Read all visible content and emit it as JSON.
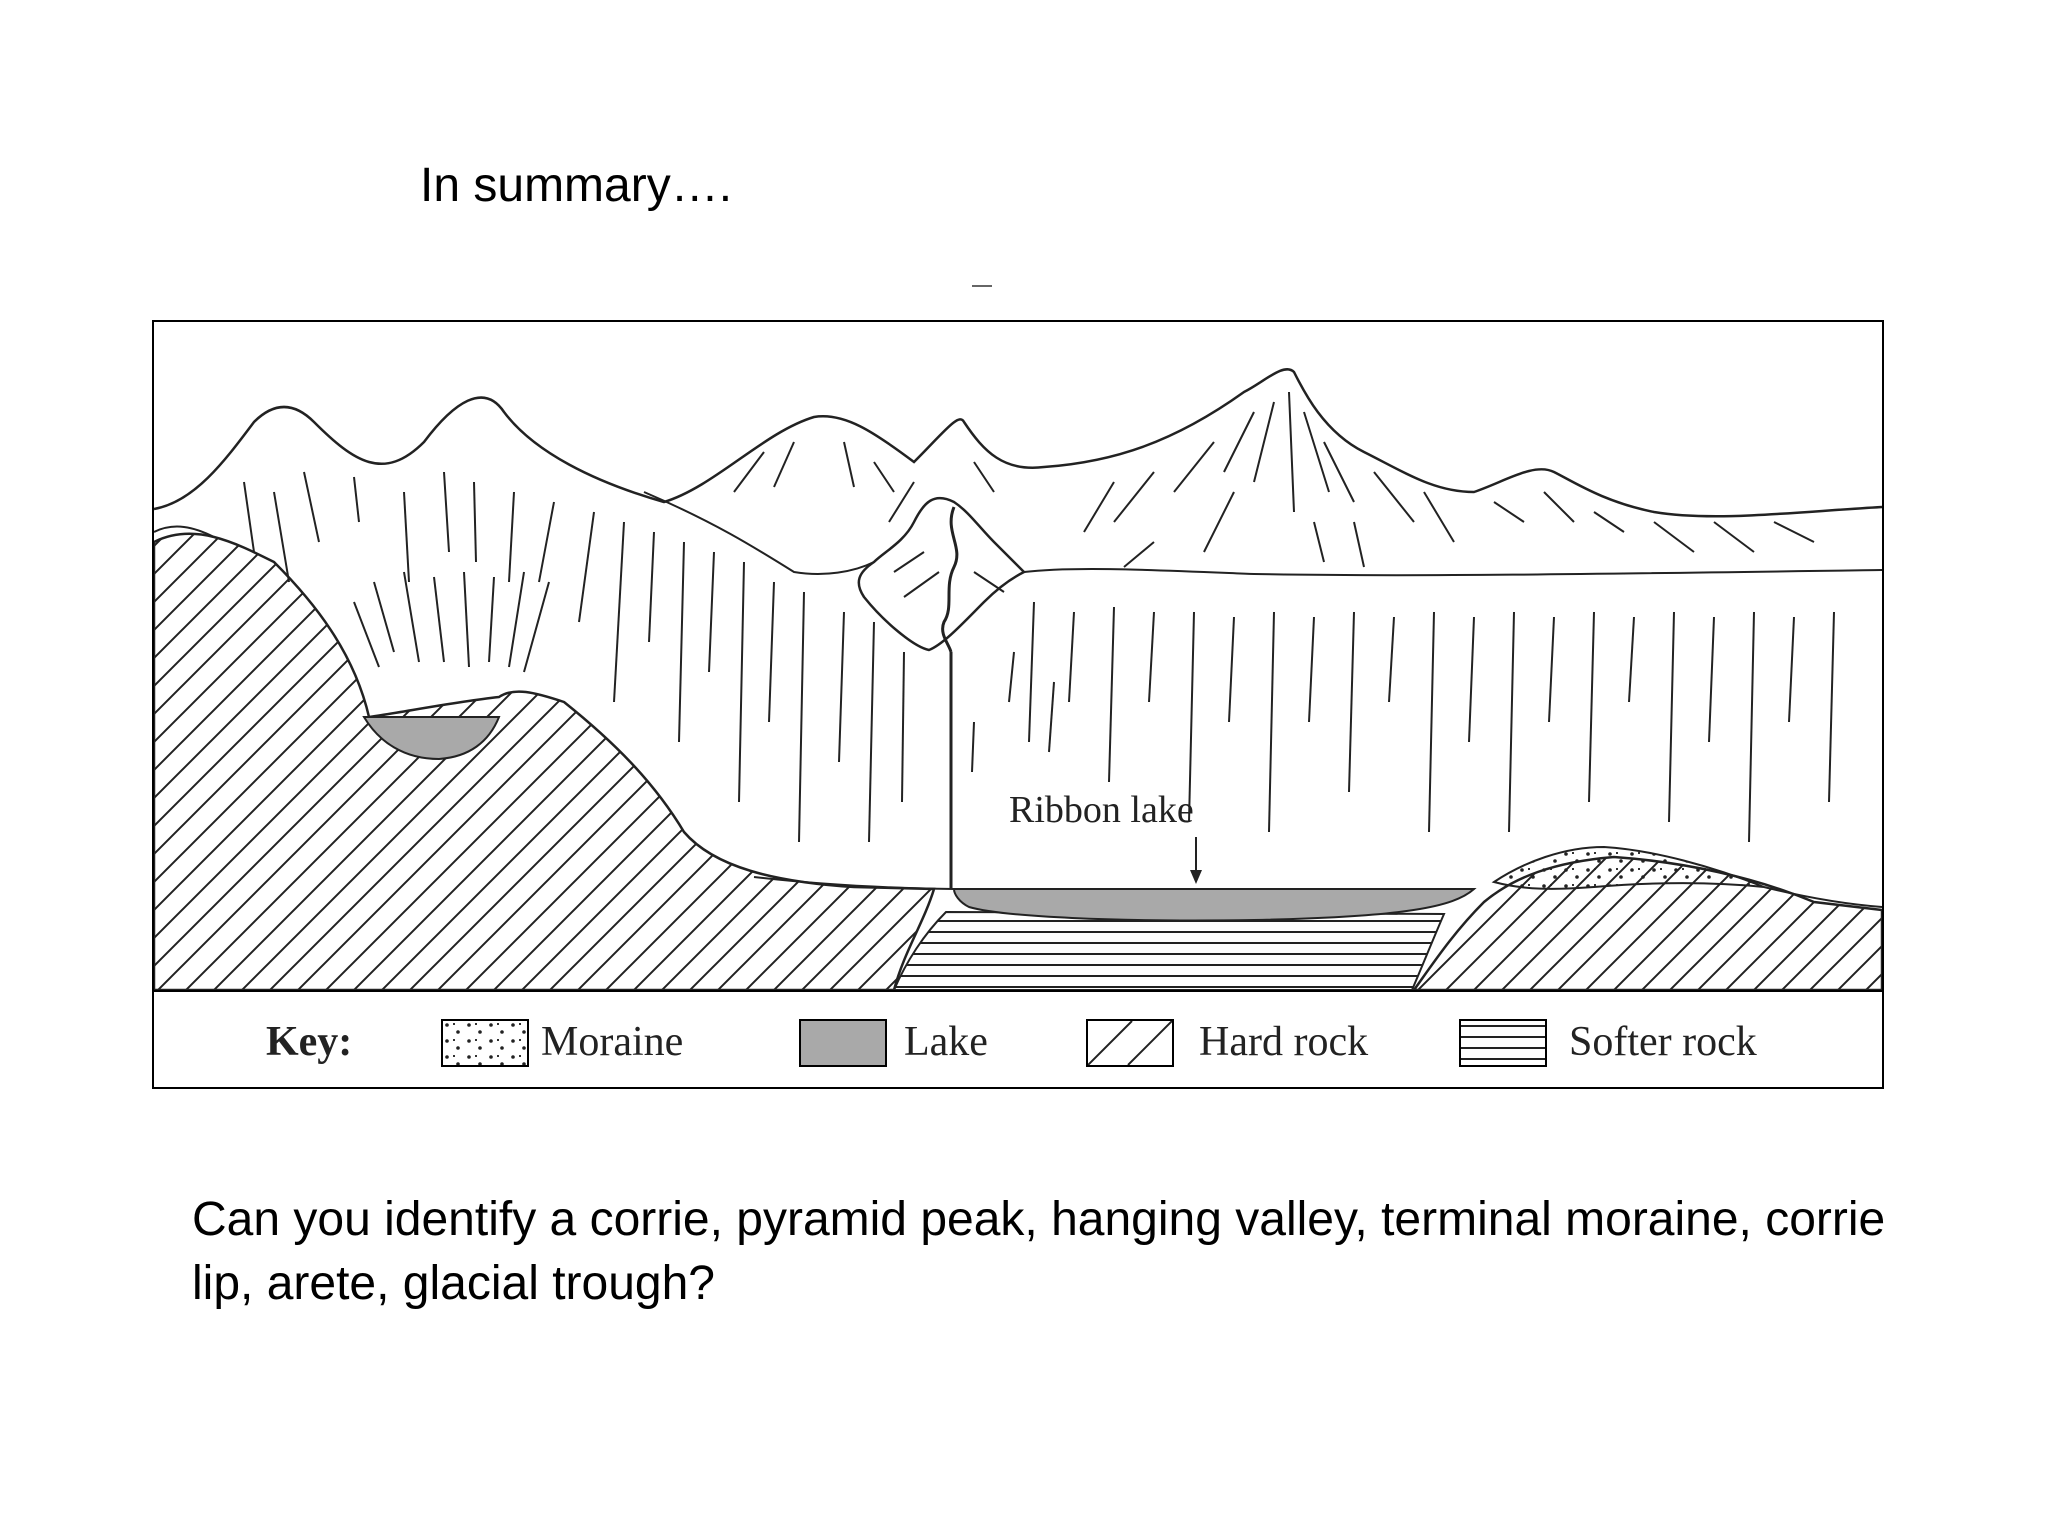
{
  "slide": {
    "title": "In summary….",
    "question": "Can you identify a corrie, pyramid peak, hanging valley, terminal moraine, corrie lip, arete, glacial trough?"
  },
  "diagram": {
    "label_ribbon_lake": "Ribbon lake",
    "key": {
      "title": "Key:",
      "items": [
        {
          "label": "Moraine",
          "pattern": "dots"
        },
        {
          "label": "Lake",
          "pattern": "grey-fill"
        },
        {
          "label": "Hard rock",
          "pattern": "diagonal-hatch"
        },
        {
          "label": "Softer rock",
          "pattern": "horizontal-lines"
        }
      ]
    },
    "colors": {
      "lake": "#a9a9a9",
      "ink": "#222222"
    }
  }
}
